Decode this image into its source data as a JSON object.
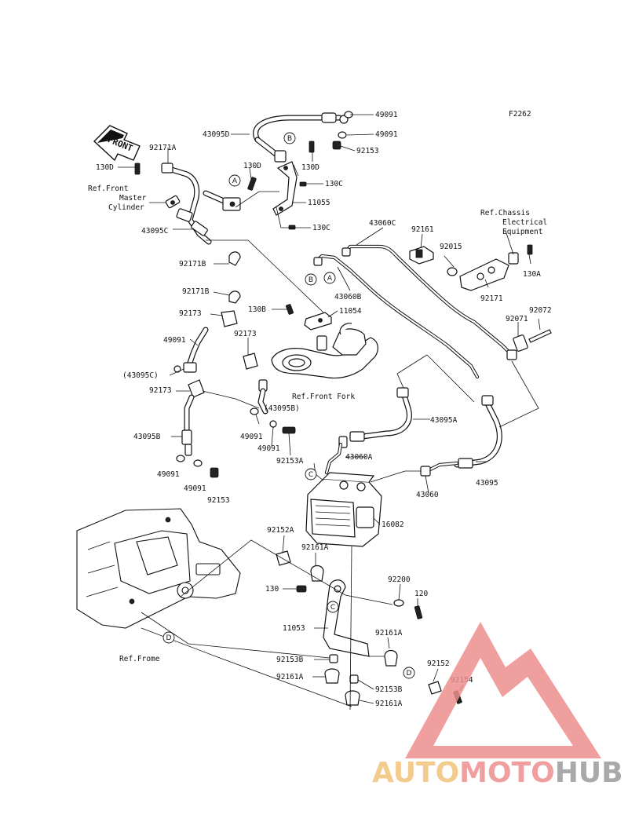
{
  "diagram_code": "F2262",
  "front_arrow_label": "FRONT",
  "part_labels": [
    "49091",
    "43095D",
    "49091",
    "92153",
    "92171A",
    "130D",
    "130D",
    "130D",
    "130C",
    "11055",
    "130C",
    "Ref.Front",
    "Master",
    "Cylinder",
    "43095C",
    "43060C",
    "92161",
    "Ref.Chassis",
    "Electrical",
    "Equipment",
    "92015",
    "130A",
    "92171B",
    "92171B",
    "43060B",
    "92171",
    "130B",
    "11054",
    "92173",
    "92071",
    "92072",
    "49091",
    "92173",
    "(43095C)",
    "Ref.Front Fork",
    "92173",
    "(43095B)",
    "43095A",
    "43095B",
    "49091",
    "49091",
    "92153A",
    "43060A",
    "49091",
    "49091",
    "92153",
    "43060",
    "43095",
    "16082",
    "92152A",
    "92161A",
    "92200",
    "130",
    "120",
    "11053",
    "92161A",
    "Ref.Frome",
    "92153B",
    "92152",
    "92161A",
    "92154",
    "92153B",
    "92161A"
  ],
  "callouts": [
    "A",
    "B",
    "A",
    "B",
    "C",
    "C",
    "D",
    "D"
  ],
  "watermark": {
    "part1": "AUTO",
    "part2": "MOTO",
    "part3": "HUB",
    "colors": {
      "auto": "#f1c27a",
      "moto": "#ee8f8f",
      "hub": "#9b9b9b",
      "triangle": "#ee8f8f"
    }
  }
}
